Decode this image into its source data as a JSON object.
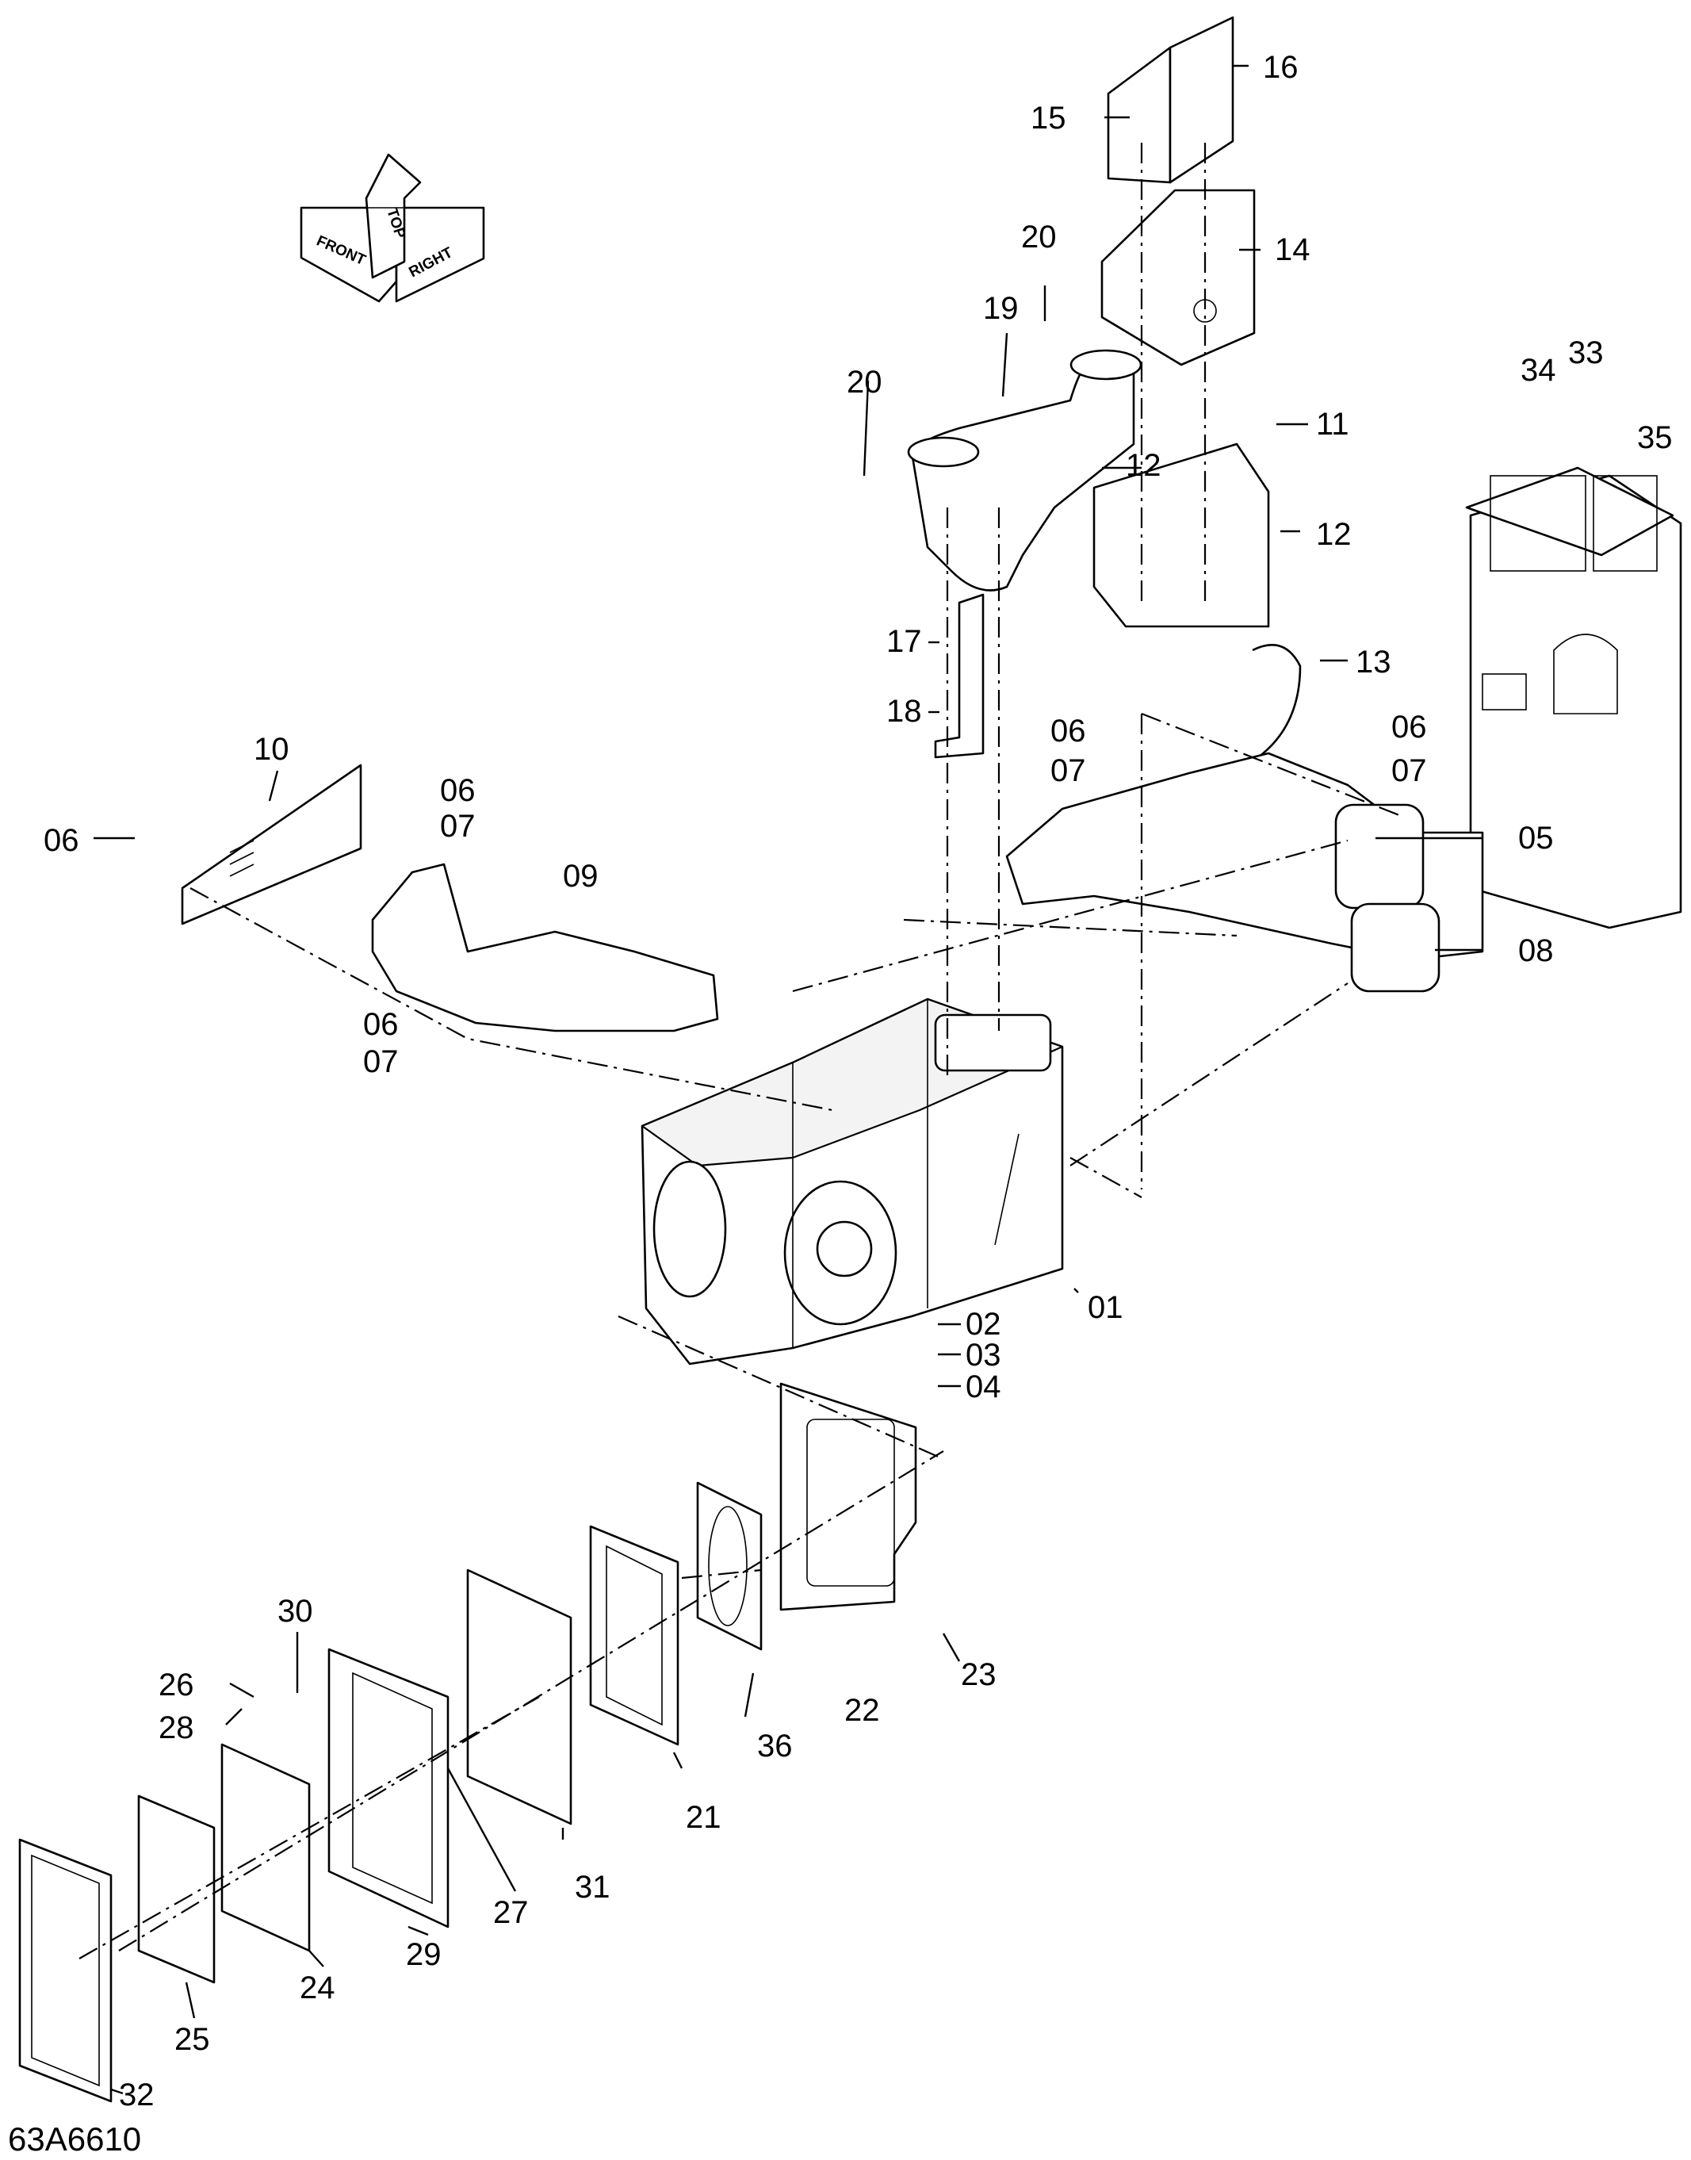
{
  "diagram": {
    "drawing_code": "63A6610",
    "orientation": {
      "front": "FRONT",
      "top": "TOP",
      "right": "RIGHT"
    },
    "callouts": [
      "01",
      "02",
      "03",
      "04",
      "05",
      "06",
      "07",
      "08",
      "09",
      "10",
      "11",
      "12",
      "13",
      "14",
      "15",
      "16",
      "17",
      "18",
      "19",
      "20",
      "21",
      "22",
      "23",
      "24",
      "25",
      "26",
      "27",
      "28",
      "29",
      "30",
      "31",
      "32",
      "33",
      "34",
      "35",
      "36"
    ]
  }
}
